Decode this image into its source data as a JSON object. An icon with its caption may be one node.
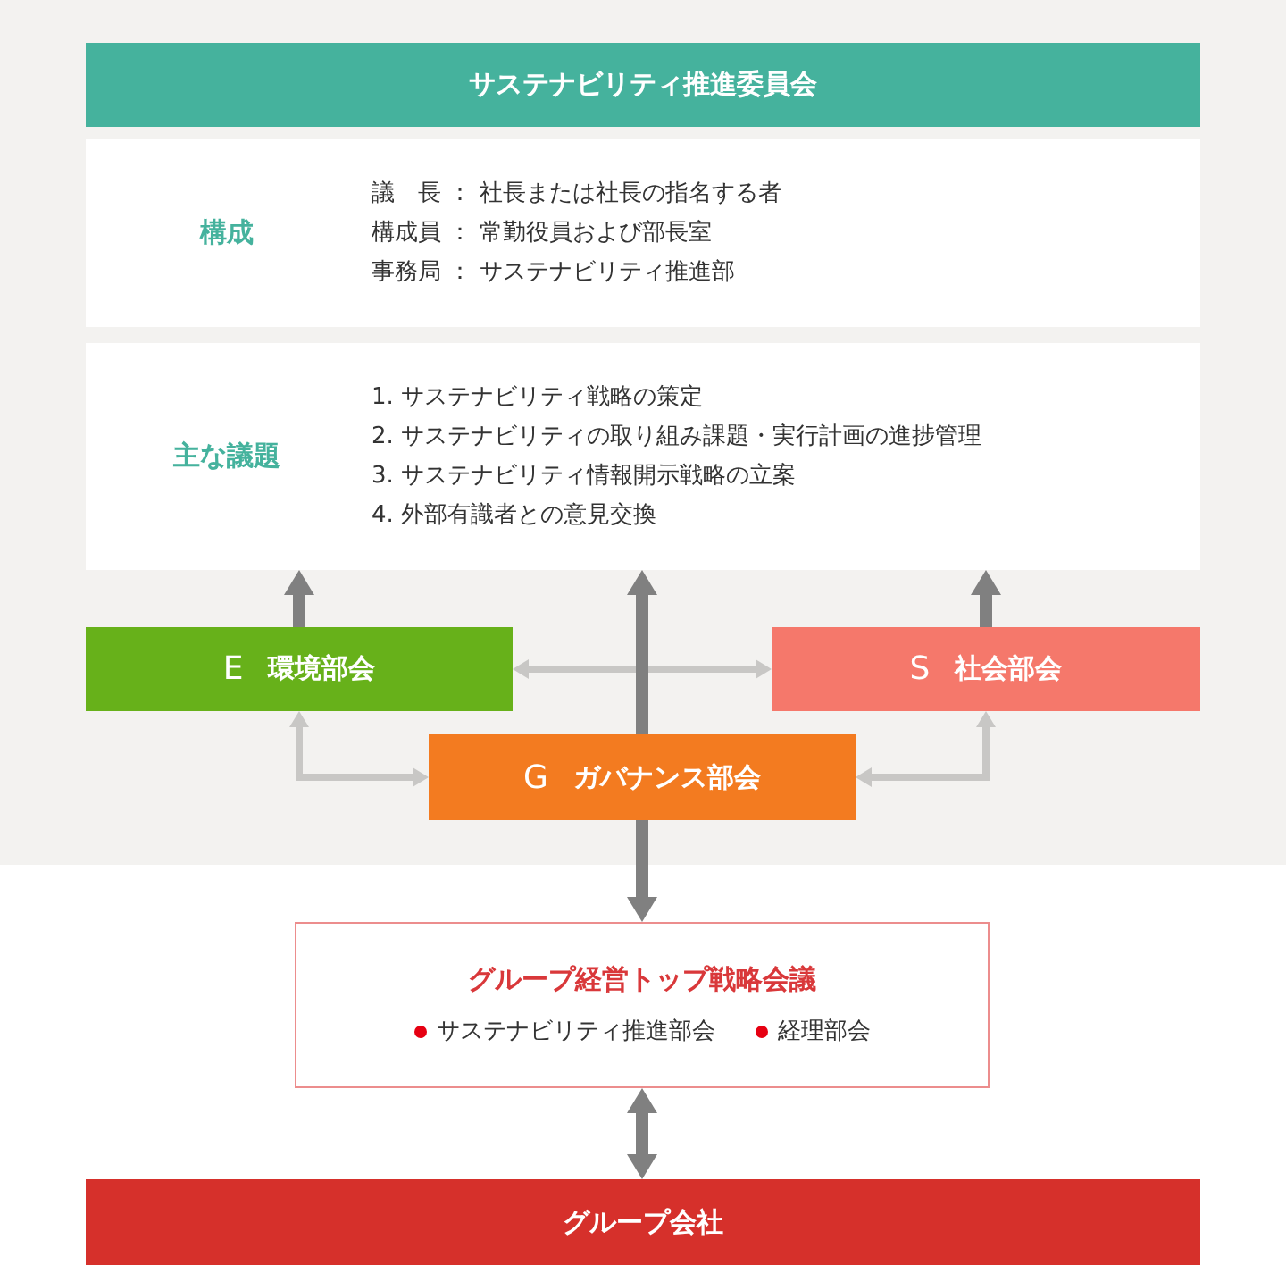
{
  "diagram": {
    "nodes": [
      {
        "text": [
          "サステナビリティ推進委員会"
        ]
      },
      {
        "text": [
          "構成",
          "議　長 ： 社長または社長の指名する者",
          "構成員 ： 常勤役員および部長室",
          "事務局 ： サステナビリティ推進部"
        ]
      },
      {
        "text": [
          "主な議題",
          "1. サステナビリティ戦略の策定",
          "2. サステナビリティの取り組み課題・実行計画の進捗管理",
          "3. サステナビリティ情報開示戦略の立案",
          "4. 外部有識者との意見交換"
        ]
      },
      {
        "text": [
          "E",
          "環境部会"
        ]
      },
      {
        "text": [
          "S",
          "社会部会"
        ]
      },
      {
        "text": [
          "G",
          "ガバナンス部会"
        ]
      },
      {
        "text": [
          "グループ経営トップ戦略会議",
          "サステナビリティ推進部会",
          "経理部会"
        ]
      },
      {
        "text": [
          "グループ会社"
        ]
      }
    ],
    "edges": [
      {
        "from": 3,
        "to": 2,
        "arrow": "to"
      },
      {
        "from": 4,
        "to": 2,
        "arrow": "to"
      },
      {
        "from": 5,
        "to": 2,
        "arrow": "to"
      },
      {
        "from": 5,
        "to": 6,
        "arrow": "to"
      },
      {
        "from": 6,
        "to": 7,
        "arrow": "both"
      },
      {
        "from": 3,
        "to": 4,
        "arrow": "both",
        "color": "#c8c7c5"
      },
      {
        "from": 3,
        "to": 5,
        "arrow": "both",
        "color": "#c8c7c5"
      },
      {
        "from": 4,
        "to": 5,
        "arrow": "both",
        "color": "#c8c7c5"
      }
    ]
  }
}
